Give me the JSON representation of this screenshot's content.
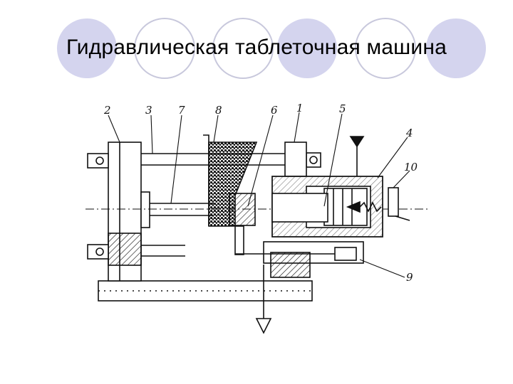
{
  "slide": {
    "title": "Гидравлическая таблеточная машина",
    "accent_color": "#d4d4ee",
    "ring_color": "#c8c8dc"
  },
  "diagram": {
    "part_labels": {
      "p1": "1",
      "p2": "2",
      "p3": "3",
      "p4": "4",
      "p5": "5",
      "p6": "6",
      "p7": "7",
      "p8": "8",
      "p9": "9",
      "p10": "10"
    }
  }
}
